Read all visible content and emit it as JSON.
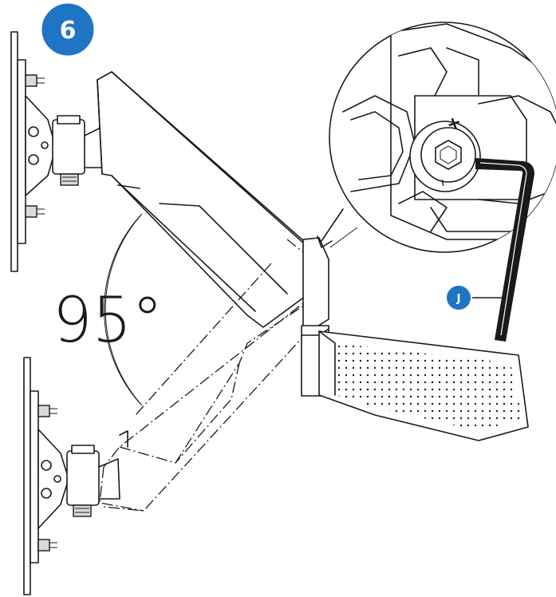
{
  "step": {
    "number": "6",
    "badge_color": "#1f74c4"
  },
  "angle_label": "95°",
  "callout": {
    "letter": "J",
    "color": "#1f74c4",
    "item": "hex-key"
  },
  "detail_symbols": {
    "plus": "+",
    "minus": "–"
  },
  "icons": [
    "hex-key-icon",
    "tension-adjust-bolt-icon"
  ]
}
